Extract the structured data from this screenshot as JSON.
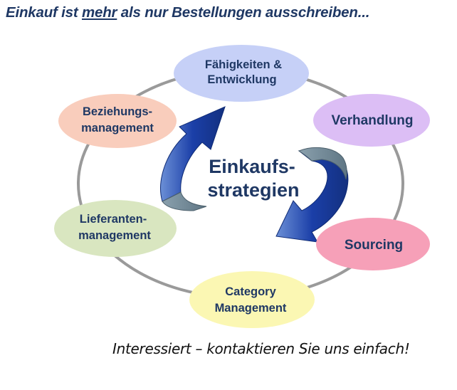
{
  "headline": {
    "part1": "Einkauf ist ",
    "emphasis": "mehr",
    "part2": " als nur Bestellungen ausschreiben..."
  },
  "center": {
    "line1": "Einkaufs-",
    "line2": "strategien"
  },
  "nodes": {
    "skills": {
      "line1": "Fähigkeiten &",
      "line2": "Entwicklung",
      "color": "#c6d0f7"
    },
    "negotiation": {
      "line1": "Verhandlung",
      "color": "#dcbef5"
    },
    "sourcing": {
      "line1": "Sourcing",
      "color": "#f6a0b8"
    },
    "category": {
      "line1": "Category",
      "line2": "Management",
      "color": "#fbf7b3"
    },
    "supplier": {
      "line1": "Lieferanten-",
      "line2": "management",
      "color": "#d9e6c0"
    },
    "relationship": {
      "line1": "Beziehungs-",
      "line2": "management",
      "color": "#f9cdbc"
    }
  },
  "colors": {
    "text": "#1f3864",
    "ring": "#9a9a9a",
    "arrow": "#1b3fa8"
  },
  "tagline": "Interessiert – kontaktieren Sie uns einfach!"
}
